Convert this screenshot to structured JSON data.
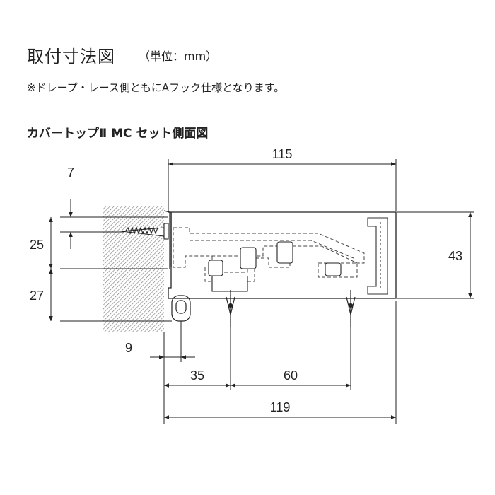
{
  "header": {
    "title": "取付寸法図",
    "unit": "（単位：mm）",
    "note": "※ドレープ・レース側ともにAフック仕様となります。",
    "subtitle": "カバートップⅡ MC セット側面図"
  },
  "dimensions": {
    "top_width": "115",
    "bottom_width": "119",
    "height_right": "43",
    "screw_offset": "7",
    "upper_height": "25",
    "lower_height": "27",
    "wall_gap": "9",
    "hook_first": "35",
    "hook_pitch": "60"
  }
}
